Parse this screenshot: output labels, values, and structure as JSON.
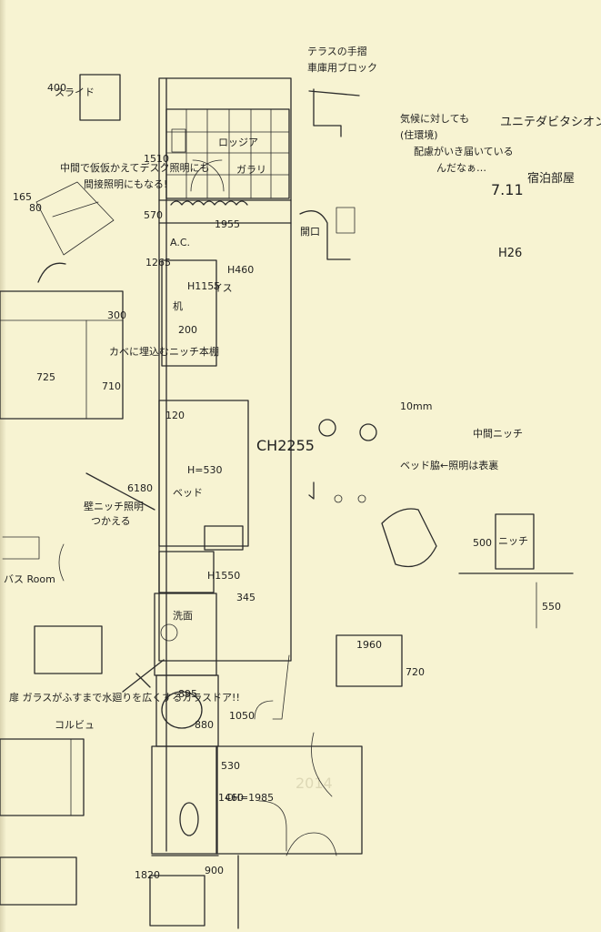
{
  "sheet": {
    "title": "7.11",
    "year": "H26",
    "place": "ユニテダビタシオン",
    "room": "宿泊部屋",
    "ceiling": "CH2255",
    "ceiling_wc": "CH=1985",
    "ghost_year": "2014"
  },
  "notes": {
    "climate": "気候に対しても",
    "climate2": "(住環境)",
    "care": "配慮がいき届いている",
    "admire": "んだなぁ…",
    "desk_light": "中間で仮仮かえてデスク照明にも",
    "desk_light2": "間接照明にもなる!",
    "wall_niche": "カベに埋込むニッチ本棚",
    "lamp_note": "壁ニッチ照明",
    "lamp_note2": "つかえる",
    "glass": "扉 ガラスがふすまで水廻りを広くするガラスドア!!",
    "bed_light": "ベッド脇←照明は表裏",
    "niche_mid": "中間ニッチ",
    "aircon": "A.C.",
    "loggia": "ロッジア",
    "terrace": "テラスの手摺",
    "block": "車庫用ブロック",
    "sliding_panel": "スライド",
    "bath_label": "バス Room",
    "sink_label": "洗面",
    "wc_label": "コルビュ",
    "desk_label": "机",
    "chair_label": "イス",
    "bed_label": "ベッド",
    "opening": "開口",
    "vent": "ガラリ",
    "niche_label": "ニッチ"
  },
  "dims": {
    "d1510": "1510",
    "d1955": "1955",
    "d570": "570",
    "d1265": "1265",
    "d6180": "6180",
    "d200": "200",
    "d1050": "1050",
    "d880": "880",
    "d1460": "1460",
    "d530": "530",
    "d1820": "1820",
    "d1960": "1960",
    "d720": "720",
    "d500": "500",
    "d550": "550",
    "d400": "400",
    "d710": "710",
    "d300": "300",
    "d725": "725",
    "d895": "895",
    "h1155": "H1155",
    "h460": "H460",
    "h530": "H=530",
    "h1550": "H1550",
    "d10mm": "10mm",
    "d120": "120",
    "d165": "165",
    "d80": "80",
    "d900": "900",
    "d345": "345"
  }
}
